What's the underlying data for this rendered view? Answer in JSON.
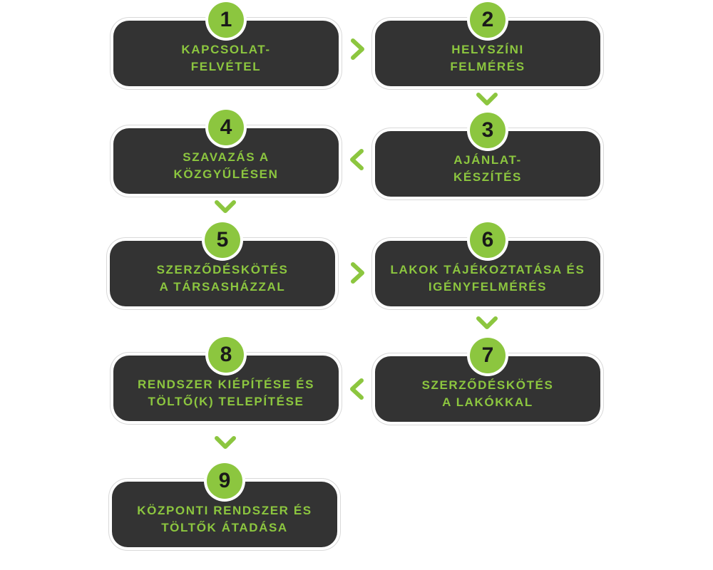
{
  "colors": {
    "box": "#333333",
    "accent": "#8cc63f",
    "number_text": "#1a1a1a"
  },
  "steps": [
    {
      "number": "1",
      "label": "KAPCSOLAT-\nFELVÉTEL"
    },
    {
      "number": "2",
      "label": "HELYSZÍNI\n FELMÉRÉS"
    },
    {
      "number": "3",
      "label": "AJÁNLAT-\nKÉSZÍTÉS"
    },
    {
      "number": "4",
      "label": "SZAVAZÁS A\nKÖZGYŰLÉSEN"
    },
    {
      "number": "5",
      "label": "SZERZŐDÉSKÖTÉS\nA TÁRSASHÁZZAL"
    },
    {
      "number": "6",
      "label": "LAKOK TÁJÉKOZTATÁSA ÉS\nIGÉNYFELMÉRÉS"
    },
    {
      "number": "7",
      "label": "SZERZŐDÉSKÖTÉS\nA LAKÓKKAL"
    },
    {
      "number": "8",
      "label": "RENDSZER KIÉPÍTÉSE ÉS\nTÖLTŐ(K) TELEPÍTÉSE"
    },
    {
      "number": "9",
      "label": "KÖZPONTI RENDSZER ÉS\nTÖLTŐK ÁTADÁSA"
    }
  ],
  "arrows": [
    {
      "from": "1",
      "to": "2",
      "direction": "right",
      "icon": "chevron-right-icon"
    },
    {
      "from": "2",
      "to": "3",
      "direction": "down",
      "icon": "chevron-down-icon"
    },
    {
      "from": "3",
      "to": "4",
      "direction": "left",
      "icon": "chevron-left-icon"
    },
    {
      "from": "4",
      "to": "5",
      "direction": "down",
      "icon": "chevron-down-icon"
    },
    {
      "from": "5",
      "to": "6",
      "direction": "right",
      "icon": "chevron-right-icon"
    },
    {
      "from": "6",
      "to": "7",
      "direction": "down",
      "icon": "chevron-down-icon"
    },
    {
      "from": "7",
      "to": "8",
      "direction": "left",
      "icon": "chevron-left-icon"
    },
    {
      "from": "8",
      "to": "9",
      "direction": "down",
      "icon": "chevron-down-icon"
    }
  ]
}
